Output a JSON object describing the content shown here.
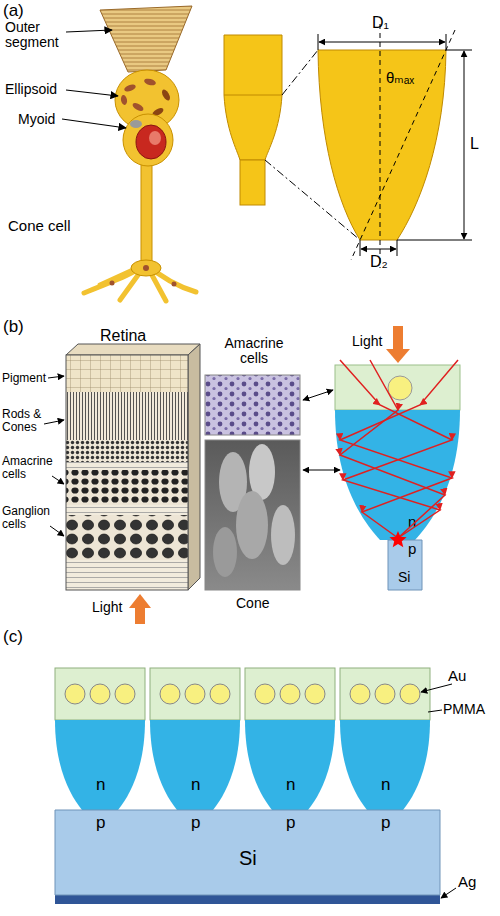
{
  "diagram": {
    "nodes": [
      {
        "text": [
          "n"
        ]
      },
      {
        "text": [
          "p",
          "Si"
        ]
      },
      {
        "text": [
          "n"
        ]
      },
      {
        "text": [
          "n"
        ]
      },
      {
        "text": [
          "n"
        ]
      },
      {
        "text": [
          "n"
        ]
      },
      {
        "text": [
          "p",
          "p",
          "p",
          "p",
          "Si"
        ]
      }
    ],
    "labels": [
      "(a)",
      "Outer segment",
      "Ellipsoid",
      "Myoid",
      "Cone cell",
      "D₁",
      "θₘₐₓ",
      "L",
      "D₂",
      "(b)",
      "Retina",
      "Pigment",
      "Rods & Cones",
      "Amacrine cells",
      "Ganglion cells",
      "Light",
      "Amacrine cells",
      "Cone",
      "Light",
      "(c)",
      "Au",
      "PMMA",
      "Ag"
    ]
  }
}
